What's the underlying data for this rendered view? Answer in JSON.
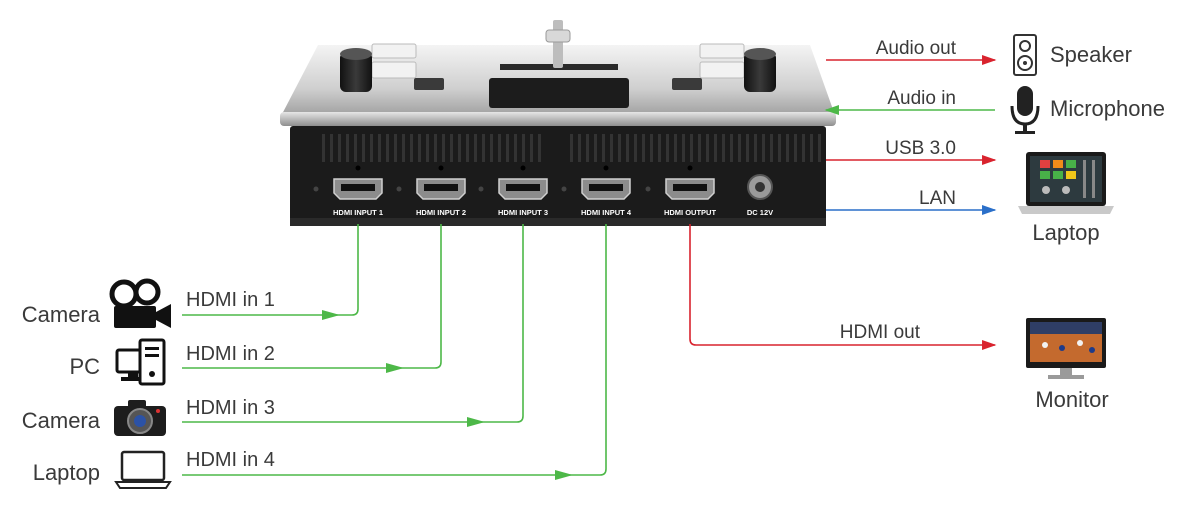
{
  "device": {
    "ports": [
      "HDMI INPUT 1",
      "HDMI INPUT 2",
      "HDMI INPUT 3",
      "HDMI INPUT 4",
      "HDMI OUTPUT"
    ],
    "power_label": "DC 12V"
  },
  "inputs": [
    {
      "source": "Camera",
      "link": "HDMI in 1",
      "icon": "video-camera-icon"
    },
    {
      "source": "PC",
      "link": "HDMI in 2",
      "icon": "desktop-pc-icon"
    },
    {
      "source": "Camera",
      "link": "HDMI in 3",
      "icon": "dslr-camera-icon"
    },
    {
      "source": "Laptop",
      "link": "HDMI in 4",
      "icon": "laptop-icon"
    }
  ],
  "outputs": {
    "audio_out": "Audio out",
    "speaker": "Speaker",
    "audio_in": "Audio in",
    "microphone": "Microphone",
    "usb": "USB 3.0",
    "lan": "LAN",
    "laptop": "Laptop",
    "hdmi_out": "HDMI out",
    "monitor": "Monitor"
  },
  "colors": {
    "green": "#4db848",
    "red": "#d9232e",
    "blue": "#2a6fc9"
  }
}
